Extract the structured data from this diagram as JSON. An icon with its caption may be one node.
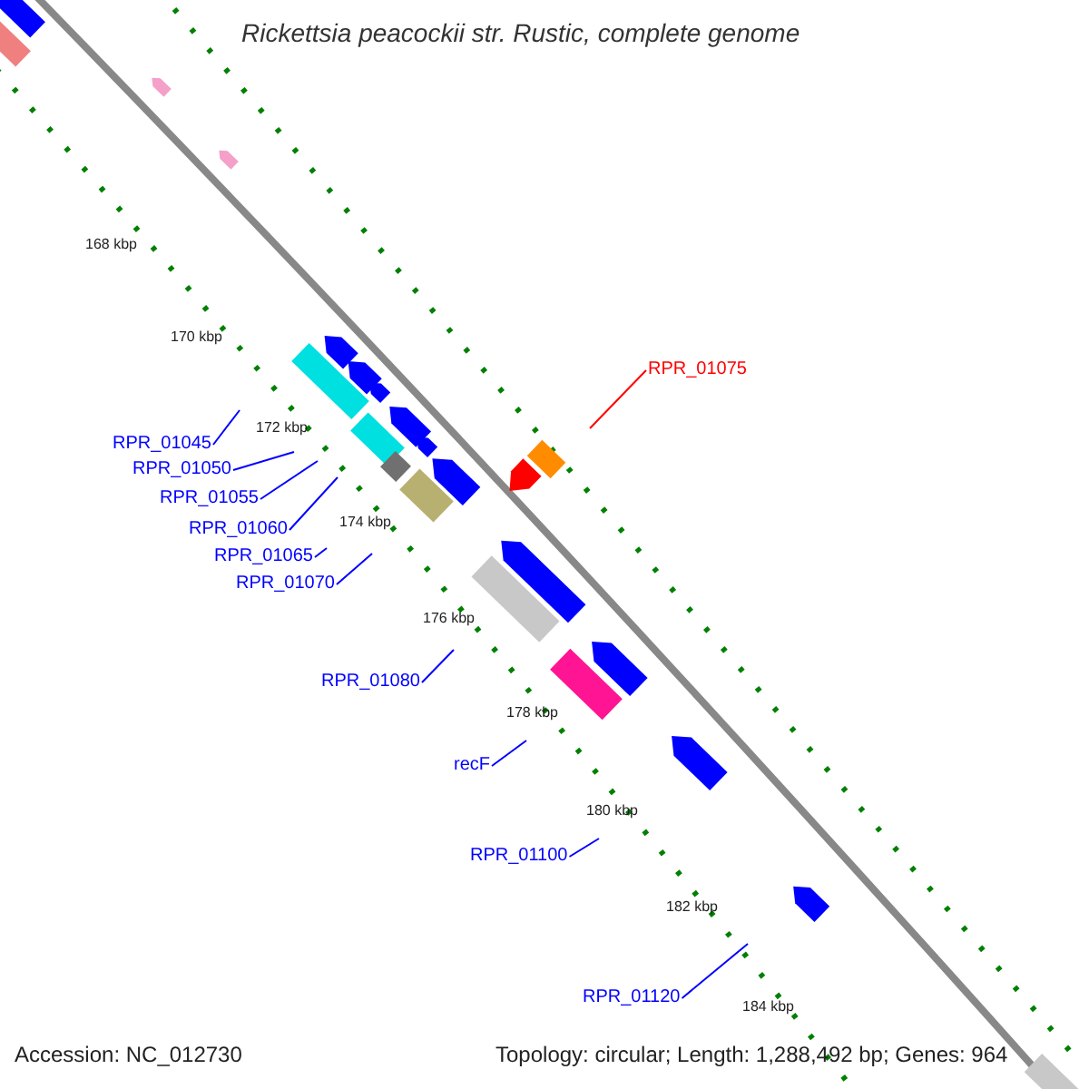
{
  "diagram": {
    "title": "Rickettsia peacockii str. Rustic, complete genome",
    "nodes": [
      {
        "text": [
          "RPR_01045"
        ]
      },
      {
        "text": [
          "RPR_01050"
        ]
      },
      {
        "text": [
          "RPR_01055"
        ]
      },
      {
        "text": [
          "RPR_01060"
        ]
      },
      {
        "text": [
          "RPR_01065"
        ]
      },
      {
        "text": [
          "RPR_01070"
        ]
      },
      {
        "text": [
          "RPR_01075"
        ]
      },
      {
        "text": [
          "RPR_01080"
        ]
      },
      {
        "text": [
          "recF"
        ]
      },
      {
        "text": [
          "RPR_01100"
        ]
      },
      {
        "text": [
          "RPR_01120"
        ]
      }
    ],
    "edges": [
      {
        "from": 0,
        "to": null,
        "arrow": "none"
      },
      {
        "from": 1,
        "to": null,
        "arrow": "none"
      },
      {
        "from": 2,
        "to": null,
        "arrow": "none"
      },
      {
        "from": 3,
        "to": null,
        "arrow": "none"
      },
      {
        "from": 4,
        "to": null,
        "arrow": "none"
      },
      {
        "from": 5,
        "to": null,
        "arrow": "none"
      },
      {
        "from": 6,
        "to": null,
        "arrow": "none",
        "color": "#ff0000"
      },
      {
        "from": 7,
        "to": null,
        "arrow": "none"
      },
      {
        "from": 8,
        "to": null,
        "arrow": "none"
      },
      {
        "from": 9,
        "to": null,
        "arrow": "none"
      },
      {
        "from": 10,
        "to": null,
        "arrow": "none"
      }
    ],
    "labels": [
      "168 kbp",
      "170 kbp",
      "172 kbp",
      "174 kbp",
      "176 kbp",
      "178 kbp",
      "180 kbp",
      "182 kbp",
      "184 kbp",
      "Accession: NC_012730",
      "Topology: circular; Length: 1,288,492 bp; Genes: 964"
    ]
  }
}
